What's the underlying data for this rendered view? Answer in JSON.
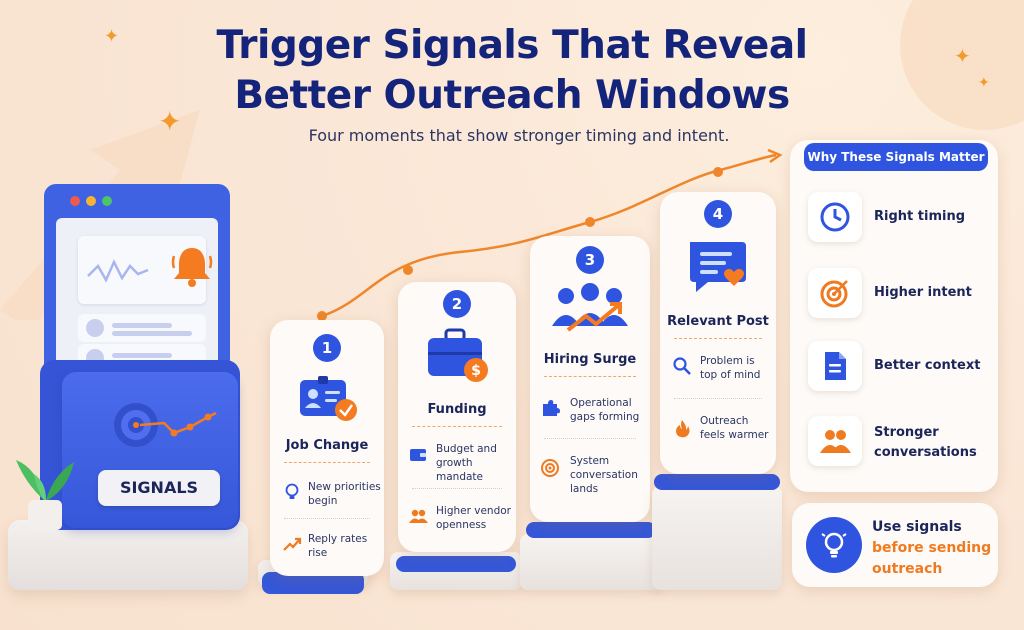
{
  "title_line1": "Trigger Signals That Reveal",
  "title_line2": "Better Outreach Windows",
  "subtitle": "Four moments that show stronger timing and intent.",
  "illustration": {
    "folder_label": "SIGNALS",
    "icons": [
      "bell-icon",
      "target-icon",
      "plant"
    ]
  },
  "steps": [
    {
      "number": "1",
      "title": "Job Change",
      "icon": "id-card-icon",
      "bullets": [
        {
          "icon": "lightbulb-icon",
          "text_lines": [
            "New priorities",
            "begin"
          ]
        },
        {
          "icon": "trend-up-icon",
          "text_lines": [
            "Reply rates",
            "rise"
          ]
        }
      ]
    },
    {
      "number": "2",
      "title": "Funding",
      "icon": "briefcase-dollar-icon",
      "bullets": [
        {
          "icon": "wallet-icon",
          "text_lines": [
            "Budget and",
            "growth mandate"
          ]
        },
        {
          "icon": "people-icon",
          "text_lines": [
            "Higher vendor",
            "openness"
          ]
        }
      ]
    },
    {
      "number": "3",
      "title": "Hiring Surge",
      "icon": "team-growth-icon",
      "bullets": [
        {
          "icon": "puzzle-icon",
          "text_lines": [
            "Operational",
            "gaps forming"
          ]
        },
        {
          "icon": "target-icon",
          "text_lines": [
            "System",
            "conversation",
            "lands"
          ]
        }
      ]
    },
    {
      "number": "4",
      "title": "Relevant Post",
      "icon": "chat-heart-icon",
      "bullets": [
        {
          "icon": "search-icon",
          "text_lines": [
            "Problem is",
            "top of mind"
          ]
        },
        {
          "icon": "flame-icon",
          "text_lines": [
            "Outreach",
            "feels warmer"
          ]
        }
      ]
    }
  ],
  "panel": {
    "header": "Why These Signals Matter",
    "reasons": [
      {
        "icon": "clock-icon",
        "label_lines": [
          "Right timing"
        ]
      },
      {
        "icon": "target-icon",
        "label_lines": [
          "Higher intent"
        ]
      },
      {
        "icon": "document-icon",
        "label_lines": [
          "Better context"
        ]
      },
      {
        "icon": "people-icon",
        "label_lines": [
          "Stronger",
          "conversations"
        ]
      }
    ]
  },
  "cta": {
    "icon": "lightbulb-icon",
    "line1": "Use signals",
    "line2": "before sending",
    "line3": "outreach"
  },
  "colors": {
    "primary_blue": "#2f55e0",
    "accent_orange": "#f07a1f",
    "title_navy": "#14247a",
    "background": "#fbe8d8"
  }
}
